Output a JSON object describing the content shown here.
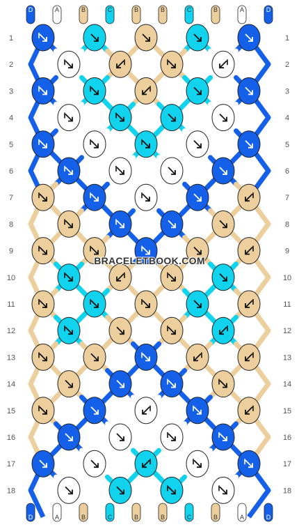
{
  "colors": {
    "D": "#1560e8",
    "A": "#ffffff",
    "B": "#edcf9e",
    "C": "#12d3ee"
  },
  "strand_labels_top": [
    "D",
    "A",
    "B",
    "C",
    "B",
    "B",
    "C",
    "B",
    "A",
    "D"
  ],
  "strand_labels_bottom": [
    "D",
    "A",
    "B",
    "C",
    "B",
    "B",
    "C",
    "B",
    "A",
    "D"
  ],
  "row_numbers": [
    "1",
    "2",
    "3",
    "4",
    "5",
    "6",
    "7",
    "8",
    "9",
    "10",
    "11",
    "12",
    "13",
    "14",
    "15",
    "16",
    "17",
    "18"
  ],
  "rows": [
    [
      [
        "D",
        "fbr"
      ],
      [
        "C",
        "f"
      ],
      [
        "B",
        "f"
      ],
      [
        "C",
        "f"
      ],
      [
        "D",
        "f"
      ]
    ],
    [
      [
        "A",
        "fbr"
      ],
      [
        "B",
        "bf"
      ],
      [
        "B",
        "fbr"
      ],
      [
        "A",
        "bf"
      ]
    ],
    [
      [
        "D",
        "fbr"
      ],
      [
        "C",
        "fbr"
      ],
      [
        "B",
        "bf"
      ],
      [
        "C",
        "f"
      ],
      [
        "D",
        "f"
      ]
    ],
    [
      [
        "A",
        "fbr"
      ],
      [
        "C",
        "fbr"
      ],
      [
        "C",
        "f"
      ],
      [
        "A",
        "f"
      ]
    ],
    [
      [
        "D",
        "fbr"
      ],
      [
        "A",
        "fbr"
      ],
      [
        "C",
        "fbr"
      ],
      [
        "A",
        "f"
      ],
      [
        "D",
        "f"
      ]
    ],
    [
      [
        "D",
        "fbr"
      ],
      [
        "A",
        "fbr"
      ],
      [
        "A",
        "f"
      ],
      [
        "D",
        "f"
      ]
    ],
    [
      [
        "B",
        "fbr"
      ],
      [
        "D",
        "fbr"
      ],
      [
        "A",
        "fbr"
      ],
      [
        "D",
        "f"
      ],
      [
        "B",
        "bf"
      ]
    ],
    [
      [
        "B",
        "fbr"
      ],
      [
        "D",
        "fbr"
      ],
      [
        "D",
        "f"
      ],
      [
        "B",
        "f"
      ]
    ],
    [
      [
        "B",
        "fbr"
      ],
      [
        "B",
        "fbr"
      ],
      [
        "D",
        "fbr"
      ],
      [
        "B",
        "f"
      ],
      [
        "B",
        "bf"
      ]
    ],
    [
      [
        "C",
        "fbr"
      ],
      [
        "B",
        "bf"
      ],
      [
        "B",
        "fbr"
      ],
      [
        "C",
        "f"
      ]
    ],
    [
      [
        "B",
        "fbr"
      ],
      [
        "C",
        "fbr"
      ],
      [
        "B",
        "fbr"
      ],
      [
        "C",
        "f"
      ],
      [
        "B",
        "bf"
      ]
    ],
    [
      [
        "C",
        "fbr"
      ],
      [
        "B",
        "f"
      ],
      [
        "B",
        "fbr"
      ],
      [
        "C",
        "bf"
      ]
    ],
    [
      [
        "B",
        "fbr"
      ],
      [
        "B",
        "f"
      ],
      [
        "D",
        "fbr"
      ],
      [
        "B",
        "bf"
      ],
      [
        "B",
        "bf"
      ]
    ],
    [
      [
        "B",
        "f"
      ],
      [
        "D",
        "f"
      ],
      [
        "D",
        "fbr"
      ],
      [
        "B",
        "fbr"
      ]
    ],
    [
      [
        "B",
        "fbr"
      ],
      [
        "D",
        "f"
      ],
      [
        "A",
        "bf"
      ],
      [
        "D",
        "fbr"
      ],
      [
        "B",
        "bf"
      ]
    ],
    [
      [
        "D",
        "f"
      ],
      [
        "A",
        "f"
      ],
      [
        "A",
        "fbr"
      ],
      [
        "D",
        "fbr"
      ]
    ],
    [
      [
        "D",
        "f"
      ],
      [
        "A",
        "f"
      ],
      [
        "C",
        "bf"
      ],
      [
        "A",
        "fbr"
      ],
      [
        "D",
        "fbr"
      ]
    ],
    [
      [
        "A",
        "f"
      ],
      [
        "C",
        "f"
      ],
      [
        "C",
        "fbr"
      ],
      [
        "A",
        "fbr"
      ]
    ]
  ],
  "watermark": "BRACELETBOOK.COM"
}
